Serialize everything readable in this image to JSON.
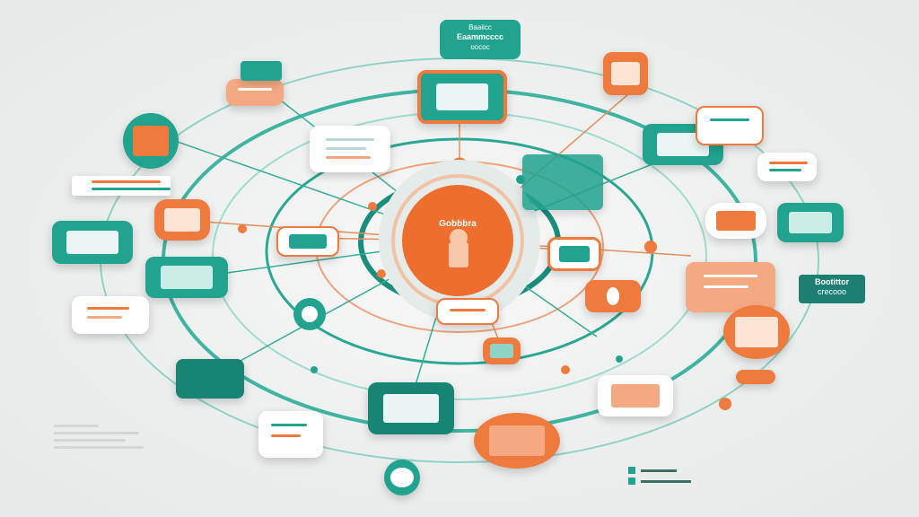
{
  "labels": {
    "top_card_line1": "Baaiicc",
    "top_card_line2": "Eaammcccc",
    "top_card_line3": "oococ",
    "center_label": "Gobbbra",
    "right_card_line1": "Bootittor",
    "right_card_line2": "crecooo"
  },
  "colors": {
    "teal": "#21a38f",
    "teal_dark": "#178474",
    "orange": "#ee7a3d",
    "peach": "#f5a983",
    "background": "#eef0ef"
  },
  "icons": [
    "document-icon",
    "chart-icon",
    "tablet-icon",
    "folder-icon",
    "clipboard-icon",
    "gear-icon",
    "calendar-icon",
    "wallet-icon",
    "mail-icon",
    "building-icon"
  ]
}
